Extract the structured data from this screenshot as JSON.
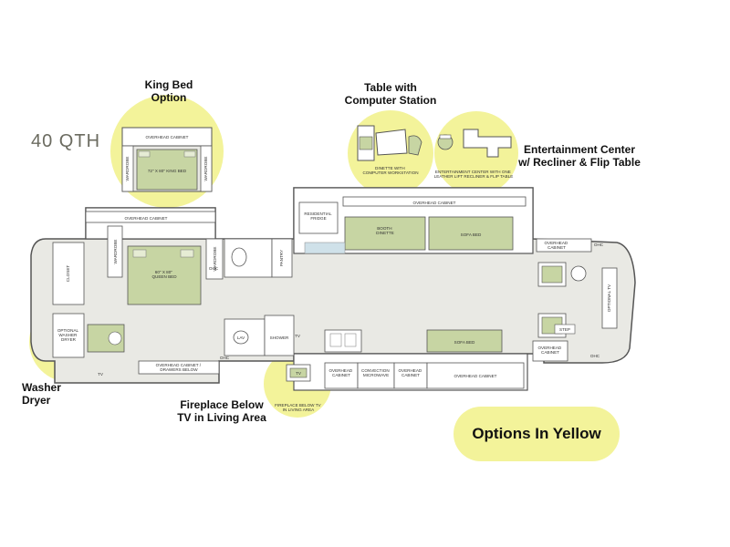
{
  "model_name": "40 QTH",
  "callouts": {
    "king_bed": "King Bed\nOption",
    "computer_station": "Table with\nComputer Station",
    "entertainment_center": "Entertainment Center\nw/ Recliner & Flip Table",
    "washer_dryer": "Washer\nDryer",
    "fireplace": "Fireplace Below\nTV in Living Area"
  },
  "legend_badge": "Options In Yellow",
  "colors": {
    "option_highlight": "#f3f39a",
    "furniture_fill": "#c7d5a3",
    "floor_fill": "#e9e9e4",
    "wall_fill": "#ffffff",
    "outline": "#555555"
  },
  "floorplan_labels": {
    "overhead_cabinet_bedroom": "OVERHEAD CABINET",
    "queen_bed": "60\" X 80\"\nQUEEN BED",
    "wardrobe_left": "WARDROBE",
    "wardrobe_right": "WARDROBE",
    "ohc": "OHC",
    "closet": "CLOSET",
    "pantry": "PANTRY",
    "residential_fridge": "RESIDENTIAL\nFRIDGE",
    "overhead_cabinet_top": "OVERHEAD CABINET",
    "booth_dinette": "BOOTH\nDINETTE",
    "sofa_bed_top": "SOFA BED",
    "overhead_ohc_front": "OVERHEAD\nCABINET",
    "ohc_front": "OHC",
    "optional_tv": "OPTIONAL TV",
    "optional_washer_dryer": "OPTIONAL\nWASHER\nDRYER",
    "lav": "LAV",
    "shower": "SHOWER",
    "tv_bath": "TV",
    "overhead_cabinet_drawers": "OVERHEAD CABINET /\nDRAWERS BELOW",
    "tv_bed": "TV",
    "ohc_bath": "OHC",
    "overhead_cabinet_kitchen": "OVERHEAD\nCABINET",
    "convection_microwave": "CONVECTION\nMICROWAVE",
    "overhead_cabinet_kitchen2": "OVERHEAD\nCABINET",
    "sofa_bed_bottom": "SOFA BED",
    "overhead_cabinet_bottom": "OVERHEAD CABINET",
    "step": "STEP",
    "overhead_cabinet_entry": "OVERHEAD\nCABINET",
    "ohc_entry": "OHC",
    "inset_overhead_cabinet": "OVERHEAD CABINET",
    "inset_king_bed": "72\" X 80\" KING BED",
    "inset_wardrobe_left": "WARDROBE",
    "inset_wardrobe_right": "WARDROBE",
    "inset_dinette": "DINETTE WITH\nCOMPUTER WORKSTATION",
    "inset_entertainment": "ENTERTAINMENT CENTER WITH ONE\nLEATHER LIFT RECLINER & FLIP TABLE",
    "inset_tv": "TV",
    "inset_fireplace": "FIREPLACE BELOW TV\nIN LIVING AREA"
  }
}
